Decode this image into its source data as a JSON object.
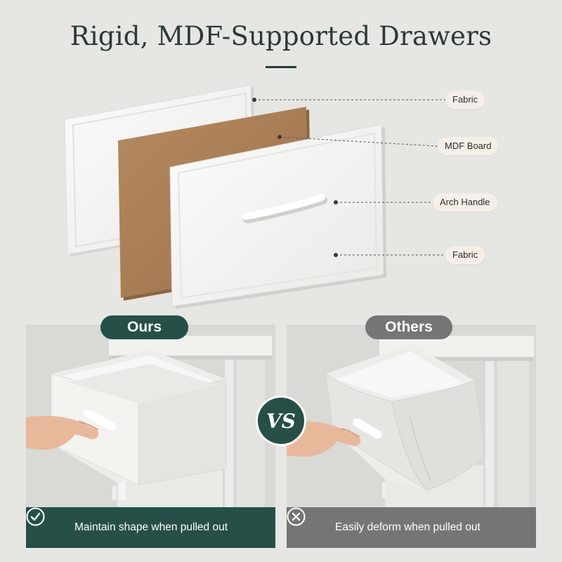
{
  "heading": "Rigid, MDF-Supported Drawers",
  "callouts": {
    "fabric_top": "Fabric",
    "mdf_board": "MDF Board",
    "arch_handle": "Arch Handle",
    "fabric_bottom": "Fabric"
  },
  "comparison": {
    "ours": {
      "label": "Ours",
      "caption": "Maintain shape when pulled out",
      "icon": "check-circle-icon"
    },
    "others": {
      "label": "Others",
      "caption": "Easily deform when pulled out",
      "icon": "x-circle-icon"
    },
    "vs_label": "VS"
  },
  "colors": {
    "background": "#e6e6e2",
    "brand_green": "#254f47",
    "muted_gray": "#757575",
    "mdf_brown": "#a87b52",
    "callout_bg": "#f6efe8"
  }
}
